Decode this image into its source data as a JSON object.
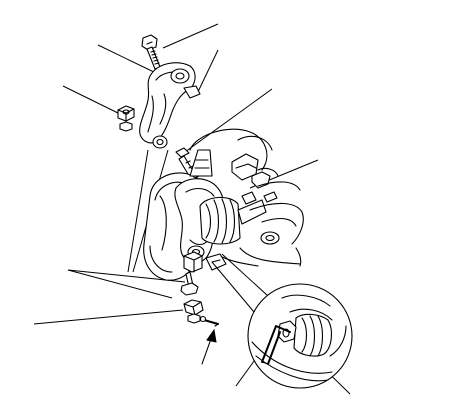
{
  "figure": {
    "background": "#ffffff",
    "line_color": "#000000",
    "labels": []
  },
  "parts": [
    {
      "name": "bolt-upper"
    },
    {
      "name": "upper-control-arm"
    },
    {
      "name": "self-locking-nut"
    },
    {
      "name": "joint-bolt"
    },
    {
      "name": "knuckle"
    },
    {
      "name": "drive-shaft"
    },
    {
      "name": "lower-ball-joint-nut"
    },
    {
      "name": "lower-nut"
    },
    {
      "name": "cotter-pin"
    },
    {
      "name": "hex-wrench-detail"
    }
  ]
}
